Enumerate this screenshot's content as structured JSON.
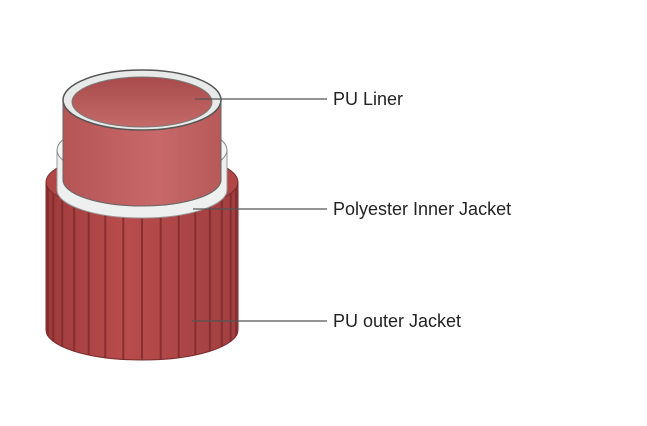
{
  "diagram": {
    "labels": {
      "liner": "PU Liner",
      "inner_jacket": "Polyester Inner Jacket",
      "outer_jacket": "PU outer Jacket"
    },
    "colors": {
      "pu_red": "#b5474a",
      "liner_red": "#c0605f",
      "polyester_white": "#f1f2f2",
      "leader_line": "#555555"
    }
  }
}
